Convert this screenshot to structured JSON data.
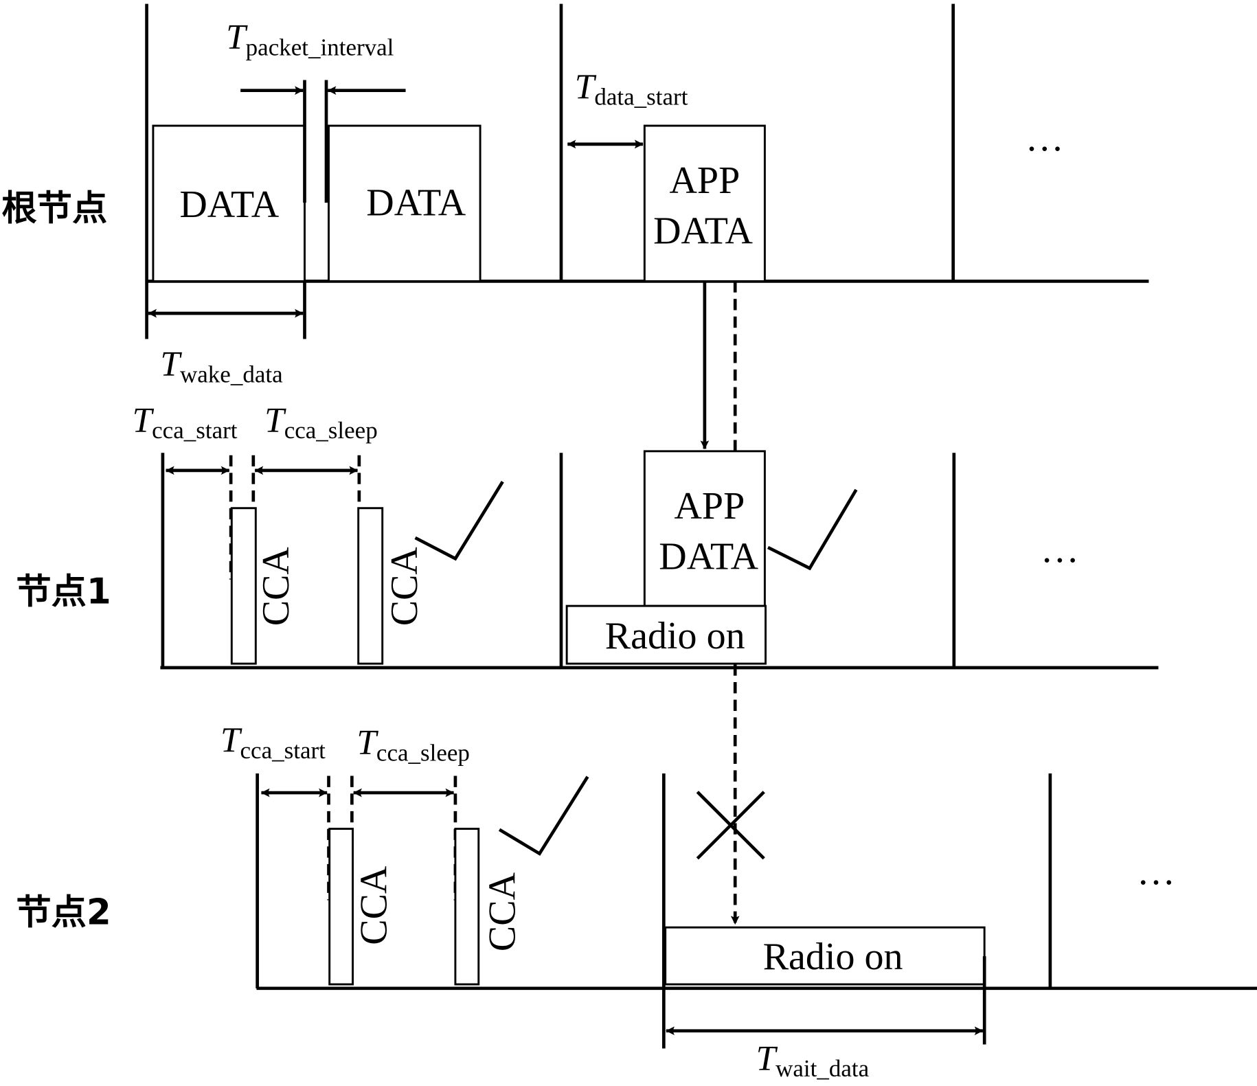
{
  "diagram": {
    "rows": [
      {
        "label": "根节点"
      },
      {
        "label": "节点1"
      },
      {
        "label": "节点2"
      }
    ],
    "root": {
      "data_box_1": "DATA",
      "data_box_2": "DATA",
      "app_data_line1": "APP",
      "app_data_line2": "DATA",
      "ellipsis": "…",
      "t_packet_interval": {
        "T": "T",
        "sub": "packet_interval"
      },
      "t_data_start": {
        "T": "T",
        "sub": "data_start"
      },
      "t_wake_data": {
        "T": "T",
        "sub": "wake_data"
      }
    },
    "node1": {
      "t_cca_start": {
        "T": "T",
        "sub": "cca_start"
      },
      "t_cca_sleep": {
        "T": "T",
        "sub": "cca_sleep"
      },
      "cca_1": "CCA",
      "cca_2": "CCA",
      "app_data_line1": "APP",
      "app_data_line2": "DATA",
      "radio_on": "Radio on",
      "ellipsis": "…"
    },
    "node2": {
      "t_cca_start": {
        "T": "T",
        "sub": "cca_start"
      },
      "t_cca_sleep": {
        "T": "T",
        "sub": "cca_sleep"
      },
      "cca_1": "CCA",
      "cca_2": "CCA",
      "radio_on": "Radio on",
      "t_wait_data": {
        "T": "T",
        "sub": "wait_data"
      },
      "ellipsis": "…"
    }
  }
}
